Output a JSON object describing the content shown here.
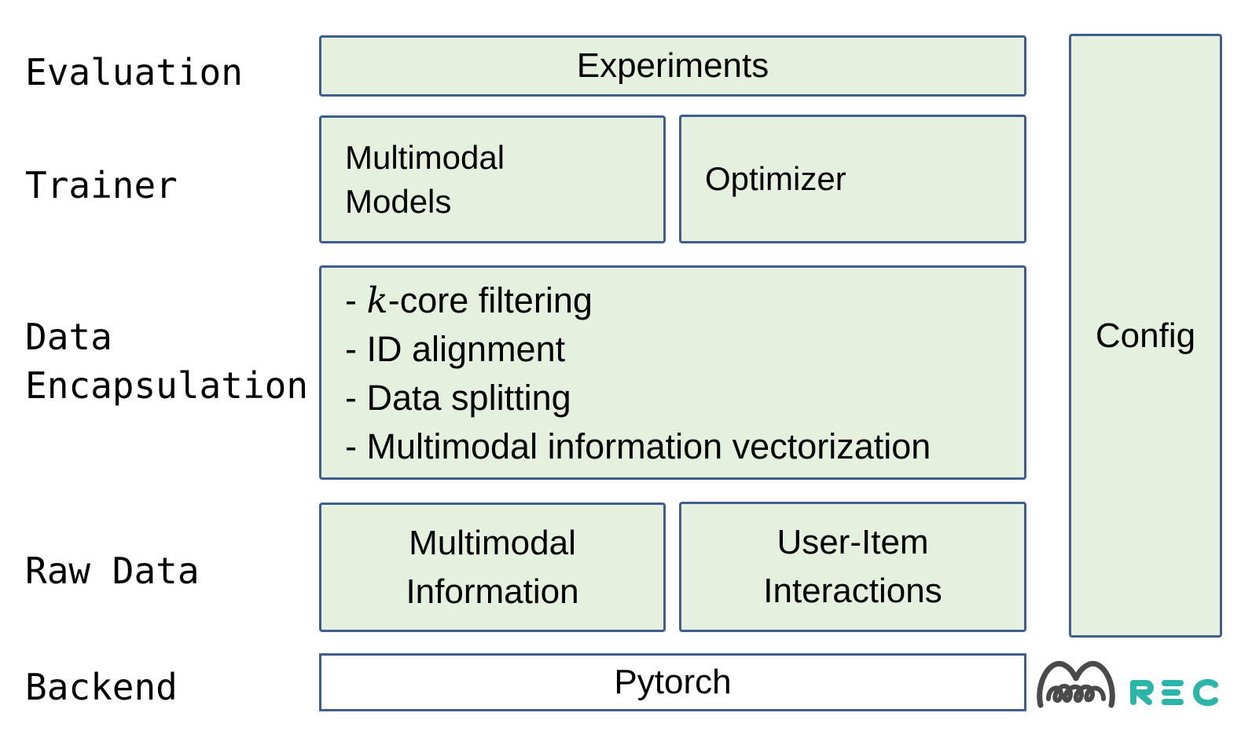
{
  "layers": {
    "evaluation": "Evaluation",
    "trainer": "Trainer",
    "data_encapsulation_line1": "Data",
    "data_encapsulation_line2": "Encapsulation",
    "raw_data": "Raw Data",
    "backend": "Backend"
  },
  "boxes": {
    "experiments": "Experiments",
    "multimodal_models_line1": "Multimodal",
    "multimodal_models_line2": "Models",
    "optimizer": "Optimizer",
    "data_steps": {
      "k_prefix": "- ",
      "k_symbol": "k",
      "k_suffix": "-core filtering",
      "id_alignment": "- ID alignment",
      "data_splitting": "- Data splitting",
      "vectorization": "- Multimodal information vectorization"
    },
    "multimodal_information_line1": "Multimodal",
    "multimodal_information_line2": "Information",
    "user_item_line1": "User-Item",
    "user_item_line2": "Interactions",
    "pytorch": "Pytorch",
    "config": "Config"
  },
  "logo": {
    "text": "REC",
    "colors": {
      "mark": "#4a4a4a",
      "text": "#2bb5a8"
    }
  },
  "colors": {
    "box_fill": "#e6f0de",
    "box_border": "#3f5e8c"
  }
}
